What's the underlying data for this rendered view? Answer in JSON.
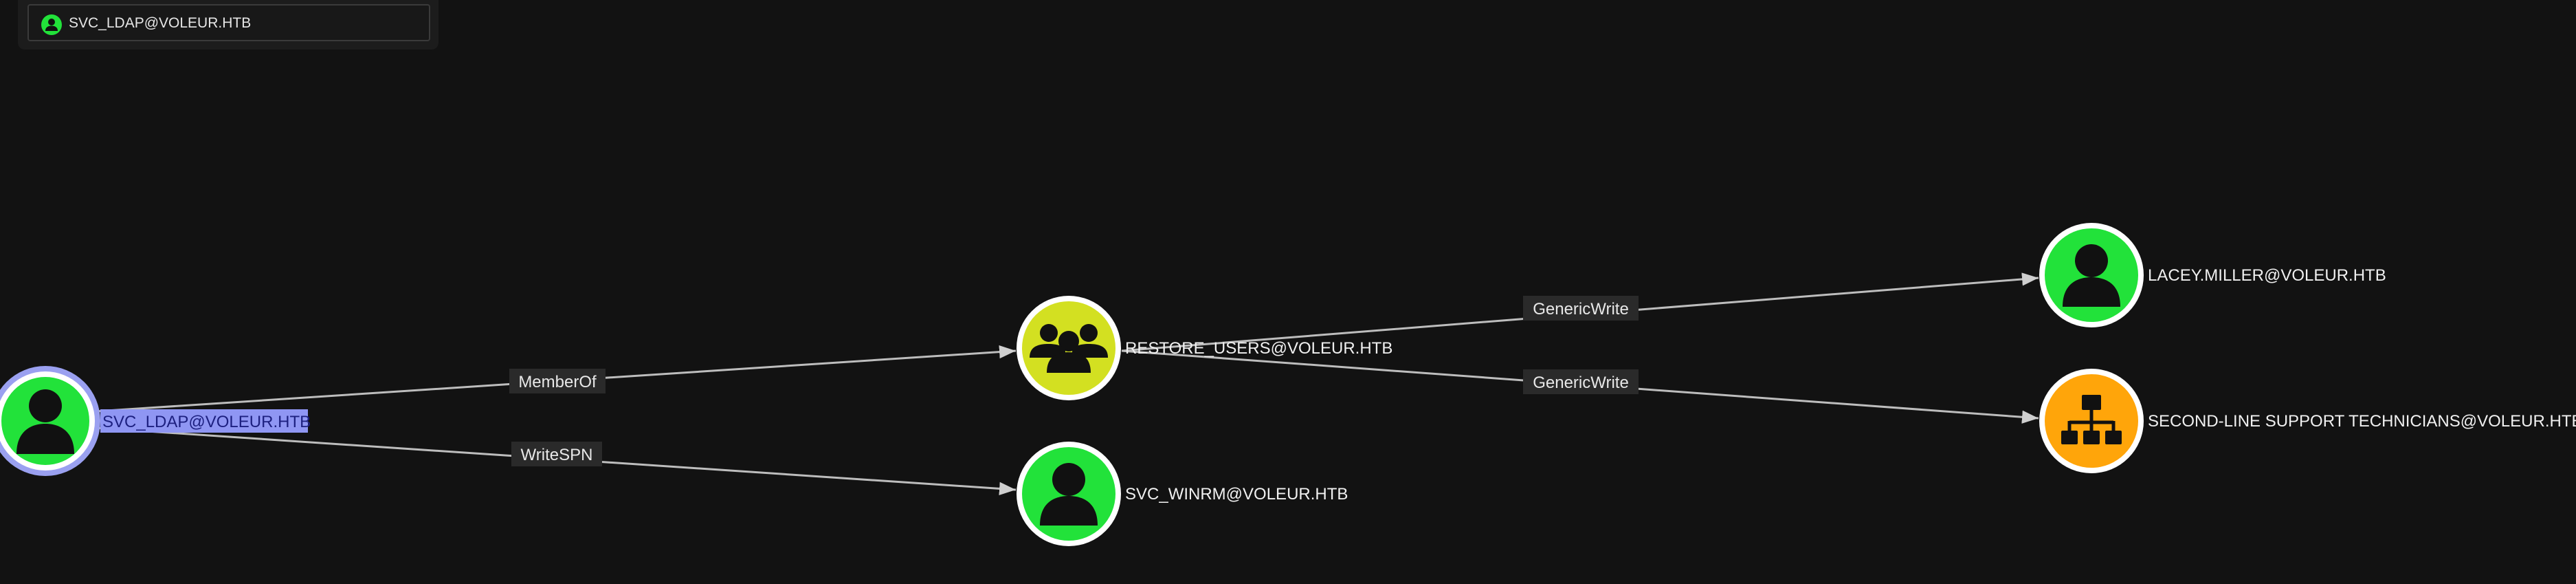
{
  "search": {
    "value": "SVC_LDAP@VOLEUR.HTB",
    "icon": "user-circle-icon"
  },
  "colors": {
    "background": "#121212",
    "user_node": "#22e23a",
    "group_node": "#d3e021",
    "ou_node": "#ffa50a",
    "selected_ring": "#9aa0f0",
    "selected_label_bg": "#8f96f3",
    "edge": "#bdbdbd"
  },
  "nodes": {
    "svc_ldap": {
      "label": "SVC_LDAP@VOLEUR.HTB",
      "type": "user",
      "icon": "user-icon",
      "selected": true
    },
    "restore_users": {
      "label": "RESTORE_USERS@VOLEUR.HTB",
      "type": "group",
      "icon": "group-icon"
    },
    "svc_winrm": {
      "label": "SVC_WINRM@VOLEUR.HTB",
      "type": "user",
      "icon": "user-icon"
    },
    "lacey_miller": {
      "label": "LACEY.MILLER@VOLEUR.HTB",
      "type": "user",
      "icon": "user-icon"
    },
    "second_line": {
      "label": "SECOND-LINE SUPPORT TECHNICIANS@VOLEUR.HTB",
      "type": "group",
      "icon": "org-chart-icon"
    }
  },
  "edges": {
    "memberof": {
      "label": "MemberOf",
      "from": "SVC_LDAP@VOLEUR.HTB",
      "to": "RESTORE_USERS@VOLEUR.HTB"
    },
    "writespn": {
      "label": "WriteSPN",
      "from": "SVC_LDAP@VOLEUR.HTB",
      "to": "SVC_WINRM@VOLEUR.HTB"
    },
    "genericwrite_lacey": {
      "label": "GenericWrite",
      "from": "RESTORE_USERS@VOLEUR.HTB",
      "to": "LACEY.MILLER@VOLEUR.HTB"
    },
    "genericwrite_second": {
      "label": "GenericWrite",
      "from": "RESTORE_USERS@VOLEUR.HTB",
      "to": "SECOND-LINE SUPPORT TECHNICIANS@VOLEUR.HTB"
    }
  }
}
